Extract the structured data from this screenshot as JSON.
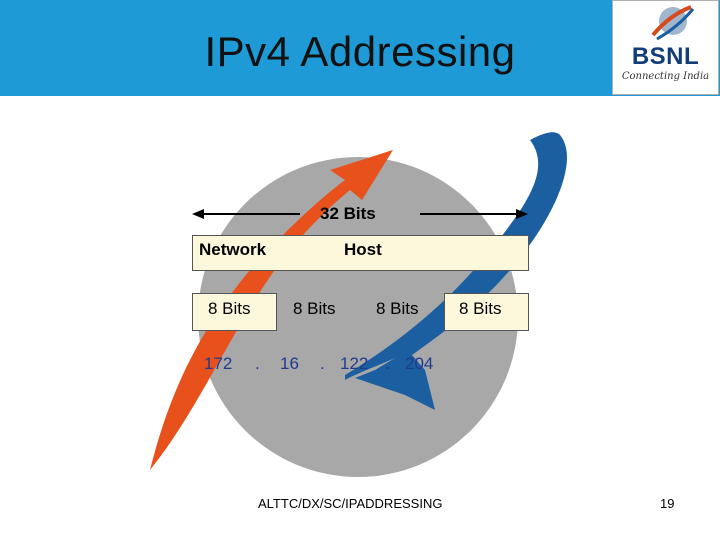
{
  "slide": {
    "title": "IPv4 Addressing",
    "logo_text": "BSNL",
    "logo_tagline": "Connecting India",
    "total_bits_label": "32 Bits",
    "network_label": "Network",
    "host_label": "Host",
    "octet_bits": [
      "8 Bits",
      "8 Bits",
      "8 Bits",
      "8 Bits"
    ],
    "address_octets": [
      "172",
      "16",
      "122",
      "204"
    ],
    "separator": ".",
    "footer": "ALTTC/DX/SC/IPADDRESSING",
    "page_number": "19"
  },
  "colors": {
    "header": "#1e9ad6",
    "swoosh_orange": "#e8501c",
    "swoosh_blue": "#1b5fa0",
    "circle": "#a8a8a8",
    "box_fill": "#fdf8dc",
    "address_text": "#1f3b8c"
  }
}
